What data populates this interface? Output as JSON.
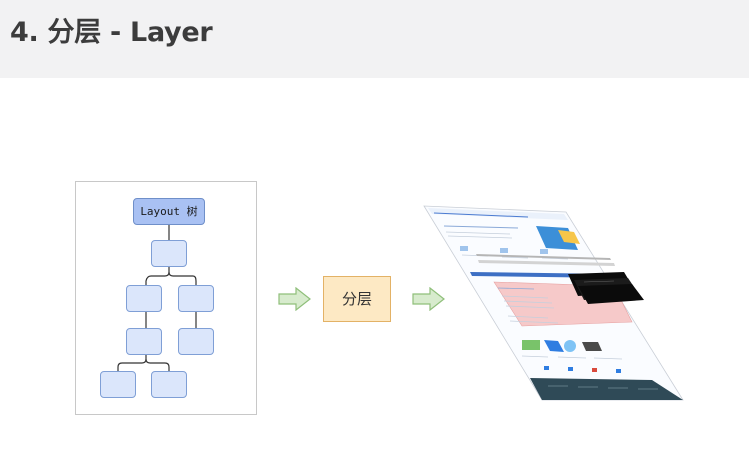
{
  "header": {
    "title": "4. 分层 - Layer"
  },
  "tree": {
    "root_label": "Layout 树"
  },
  "process": {
    "label": "分层"
  },
  "colors": {
    "header_bg": "#f2f2f3",
    "root_fill": "#a9c1f3",
    "node_fill": "#dbe6fb",
    "node_border": "#7f9fd6",
    "arrow_fill": "#d7ebcd",
    "arrow_border": "#8fbf7a",
    "process_fill": "#fde9c4",
    "process_border": "#e3b266",
    "layer_pink": "#f6c9c9",
    "layer_black": "#0b0b0b",
    "footer_dark": "#2f4a57"
  },
  "icons": [
    "right-arrow-icon",
    "layers-illustration"
  ]
}
